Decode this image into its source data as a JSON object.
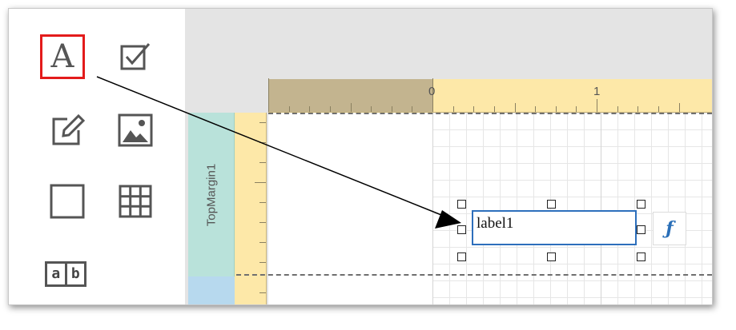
{
  "toolbox": {
    "tools": [
      {
        "id": "label",
        "icon": "label-tool-icon",
        "selected": true
      },
      {
        "id": "checkbox",
        "icon": "checkbox-tool-icon"
      },
      {
        "id": "richtext",
        "icon": "edit-tool-icon"
      },
      {
        "id": "picture",
        "icon": "picture-tool-icon"
      },
      {
        "id": "panel",
        "icon": "panel-tool-icon"
      },
      {
        "id": "table",
        "icon": "table-tool-icon"
      },
      {
        "id": "charactercomb",
        "icon": "character-comb-tool-icon"
      }
    ],
    "label_glyph": "A",
    "comb_glyph_a": "a",
    "comb_glyph_b": "b"
  },
  "designer": {
    "ruler": {
      "marks": [
        "0",
        "1"
      ]
    },
    "band_caption": "TopMargin1",
    "label_control": {
      "text": "label1"
    },
    "smart_tag_glyph": "ƒ"
  },
  "colors": {
    "selection_highlight": "#e31b1b",
    "control_border": "#2d6fbc",
    "ruler": "#fde8a8",
    "ruler_margin": "#c3b48f",
    "band_caption": "#b9e2da"
  }
}
